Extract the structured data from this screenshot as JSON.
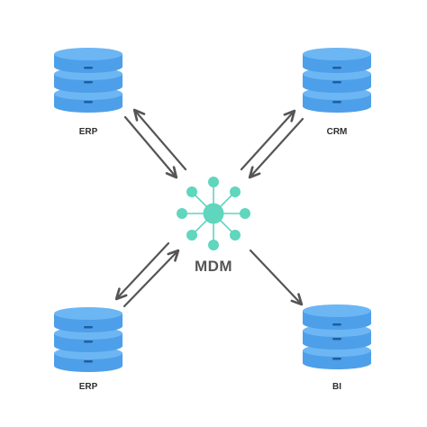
{
  "hub": {
    "label": "MDM",
    "icon": "hub-network-icon"
  },
  "systems": {
    "top_left": {
      "label": "ERP",
      "icon": "database-icon",
      "flow": "bidirectional"
    },
    "top_right": {
      "label": "CRM",
      "icon": "database-icon",
      "flow": "bidirectional"
    },
    "bottom_left": {
      "label": "ERP",
      "icon": "database-icon",
      "flow": "bidirectional"
    },
    "bottom_right": {
      "label": "BI",
      "icon": "database-icon",
      "flow": "from-hub"
    }
  },
  "colors": {
    "database_fill": "#5aa9f0",
    "database_top": "#6cb6f4",
    "database_shadow": "#3d8fdc",
    "database_slot": "#1f5f9e",
    "hub": "#5fd6bd",
    "arrow": "#555555",
    "background": "#ffffff"
  }
}
